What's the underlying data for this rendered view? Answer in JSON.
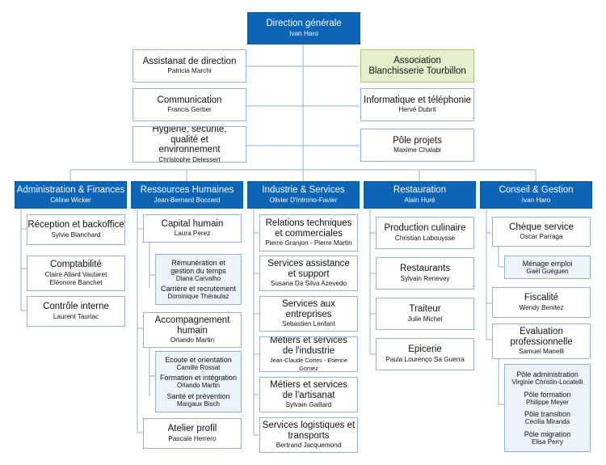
{
  "top": {
    "title": "Direction générale",
    "person": "Ivan Haro"
  },
  "staff_left": [
    {
      "title": "Assistanat de direction",
      "person": "Patricia Marchi"
    },
    {
      "title": "Communication",
      "person": "Francis Gerber"
    },
    {
      "title": "Hygiène, sécurité, qualité et environnement",
      "person": "Christophe Delessert"
    }
  ],
  "staff_right": [
    {
      "title": "Association Blanchisserie Tourbillon",
      "person": ""
    },
    {
      "title": "Informatique et téléphonie",
      "person": "Hervé Dubrit"
    },
    {
      "title": "Pôle projets",
      "person": "Maxime Chalabi"
    }
  ],
  "departments": [
    {
      "title": "Administration & Finances",
      "person": "Céline Wicker",
      "units": [
        {
          "title": "Réception et backoffice",
          "person": "Sylvie Blanchard"
        },
        {
          "title": "Comptabilité",
          "person": "Claire Allard Vautaret Eléonore Banchet"
        },
        {
          "title": "Contrôle interne",
          "person": "Laurent Tauriac"
        }
      ]
    },
    {
      "title": "Ressources Humaines",
      "person": "Jean-Bernard Boccard",
      "units": [
        {
          "title": "Capital humain",
          "person": "Laura Perez",
          "sub": [
            {
              "title": "Rémunération et gestion du temps",
              "person": "Diana Carvalho"
            },
            {
              "title": "Carrière et recrutement",
              "person": "Dominique Théraulaz"
            }
          ]
        },
        {
          "title": "Accompagnement humain",
          "person": "Orlando Martin",
          "sub": [
            {
              "title": "Ecoute et orientation",
              "person": "Camille Rossat"
            },
            {
              "title": "Formation et intégration",
              "person": "Orlando Martin"
            },
            {
              "title": "Santé et prévention",
              "person": "Margaux Bisch"
            }
          ]
        },
        {
          "title": "Atelier profil",
          "person": "Pascale Herrero"
        }
      ]
    },
    {
      "title": "Industrie & Services",
      "person": "Olivier D'Introno-Favier",
      "units": [
        {
          "title": "Relations techniques et commerciales",
          "person": "Pierre Granjon - Pierre Martin"
        },
        {
          "title": "Services assistance et support",
          "person": "Susana Da Silva Azevedo"
        },
        {
          "title": "Services aux entreprises",
          "person": "Sebastien Lenfant"
        },
        {
          "title": "Métiers et services de l'industrie",
          "person": "Jean-Claude Cortes - Etienne Gomez"
        },
        {
          "title": "Métiers et services de l'artisanat",
          "person": "Sylvain Gaillard"
        },
        {
          "title": "Services logistiques et transports",
          "person": "Bertrand Jacquemond"
        }
      ]
    },
    {
      "title": "Restauration",
      "person": "Alain Huré",
      "units": [
        {
          "title": "Production culinaire",
          "person": "Christian Labouysse"
        },
        {
          "title": "Restaurants",
          "person": "Sylvain Renevey"
        },
        {
          "title": "Traiteur",
          "person": "Julie Michel"
        },
        {
          "title": "Epicerie",
          "person": "Paula Lourenço Sa Guerra"
        }
      ]
    },
    {
      "title": "Conseil & Gestion",
      "person": "Ivan Haro",
      "units": [
        {
          "title": "Chèque service",
          "person": "Oscar Parraga",
          "sub": [
            {
              "title": "Ménage emploi",
              "person": "Gaël Guéguen"
            }
          ]
        },
        {
          "title": "Fiscalité",
          "person": "Wendy Benitez"
        },
        {
          "title": "Evaluation professionnelle",
          "person": "Samuel Manelli",
          "sub": [
            {
              "title": "Pôle administration",
              "person": "Virginie Christin-Locatelli"
            },
            {
              "title": "Pôle formation",
              "person": "Philippe Meyer"
            },
            {
              "title": "Pôle transition",
              "person": "Cecilia Miranda"
            },
            {
              "title": "Pôle migration",
              "person": "Elisa Perry"
            }
          ]
        }
      ]
    }
  ]
}
